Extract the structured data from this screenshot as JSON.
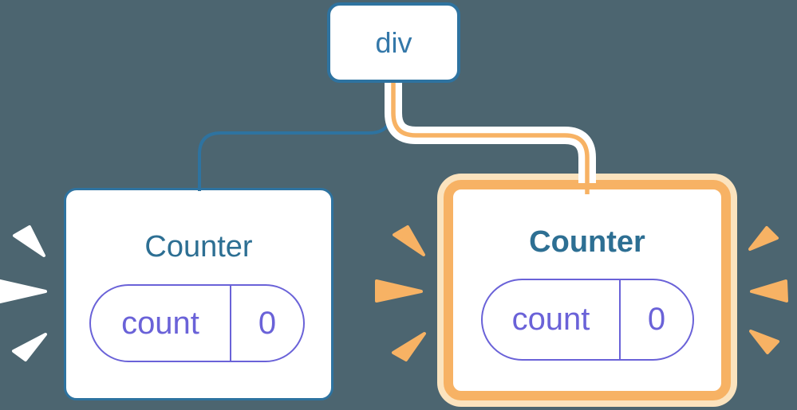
{
  "colors": {
    "bg": "#4C6570",
    "blue-line": "#2E73A0",
    "blue-text": "#3478A9",
    "teal-heading": "#2D6F93",
    "purple": "#6A62D8",
    "orange": "#F7B264",
    "orange-pale": "#FBE3BE"
  },
  "tree": {
    "root": {
      "label": "div"
    },
    "children": [
      {
        "title": "Counter",
        "highlighted": "false",
        "state_pill": {
          "key": "count",
          "value": "0"
        }
      },
      {
        "title": "Counter",
        "highlighted": "true",
        "state_pill": {
          "key": "count",
          "value": "0"
        }
      }
    ]
  }
}
